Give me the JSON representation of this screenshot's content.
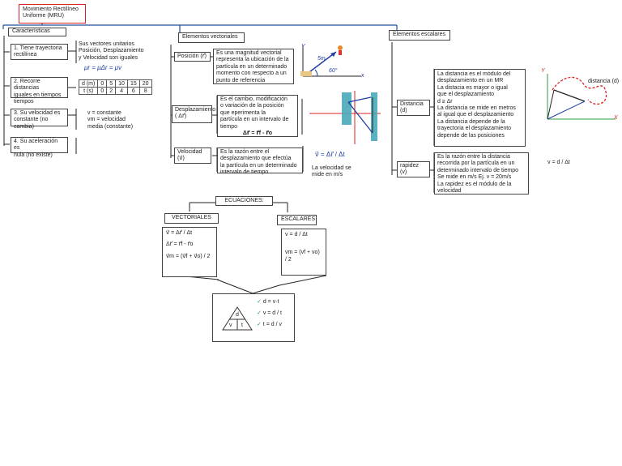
{
  "title": "Movimiento Rectilíneo\nUniforme (MRU)",
  "caracteristicas": {
    "label": "Características",
    "items": [
      {
        "label": "1. Tiene trayectoria\nrectilínea",
        "note": "Sus vectores unitarios\nPosición, Desplazamiento\ny Velocidad son iguales"
      },
      {
        "label": "2. Recorre distancias\niguales en tiempos\ntiempos"
      },
      {
        "label": "3. Su velocidad es\nconstante (no cambia)",
        "note": "v = constante\nvm = velocidad\nmedia (constante)"
      },
      {
        "label": "4. Su aceleración es\nnula (no existe)"
      }
    ],
    "handwritten_eq": "μr = μΔr = μv",
    "table": {
      "row1": [
        "d (m)",
        "0",
        "5",
        "10",
        "15",
        "20"
      ],
      "row2": [
        "t (s)",
        "0",
        "2",
        "4",
        "6",
        "8"
      ]
    }
  },
  "vectoriales": {
    "label": "Elementos vectoriales",
    "items": [
      {
        "name": "Posición (r⃗)",
        "desc": "Es una magnitud vectorial\nrepresenta la ubicación de la\npartícula en un determinado\nmomento con respecto a un\npunto de referencia"
      },
      {
        "name": "Desplazamiento\n( Δr⃗)",
        "desc": "Es el cambio, modificación\no variación de la posición\nque eperimenta la\npartícula en un intervalo de\ntiempo",
        "formula": "Δr⃗ = r⃗f - r⃗o"
      },
      {
        "name": "Velocidad\n(v⃗)",
        "desc": "Es la razón entre el\ndesplazamiento que efectúa\nla partícula en un determinado\nintervalo de tiempo",
        "formula": "v⃗ = Δr⃗ / Δt",
        "note": "La velocidad se\nmide en m/s"
      }
    ],
    "sketch_labels": {
      "y": "Y",
      "x": "x",
      "dist": "5m",
      "angle": "60°"
    }
  },
  "escalares": {
    "label": "Elementos escalares",
    "items": [
      {
        "name": "Distancia\n(d)",
        "desc": "La distancia es el módulo del\ndesplazamiento en un MR\nLa distacia es mayor o igual\nque el desplazamiento\nd ≥ Δr\nLa distancia se mide en metros\nal igual que el desplazamiento\nLa distancia depende de la\ntrayectoria el desplazamiento\ndepende de las posiciones"
      },
      {
        "name": "rapidez\n(v)",
        "desc": "Es la razón entre la distancia\nrecorrida por la partícula en un\ndeterminado intervalo de tiempo\nSe mide en m/s Ej. v = 20m/s\nLa rapidez es el módulo de la\nvelocidad",
        "formula": "v = d / Δt"
      }
    ],
    "sketch_labels": {
      "dist": "distancia (d)",
      "y": "Y",
      "x": "X"
    }
  },
  "ecuaciones": {
    "label": "ECUACIONES:",
    "vectoriales": {
      "label": "VECTORIALES",
      "eqs": [
        "v⃗ = Δr⃗ / Δt",
        "Δr⃗ = r⃗f - r⃗o",
        "v⃗m = (v⃗f + v⃗o) / 2"
      ]
    },
    "escalares": {
      "label": "ESCALARES",
      "eqs": [
        "v = d / Δt",
        "vm = (vf + vo) / 2"
      ]
    },
    "triangle": {
      "top": "d",
      "left": "v",
      "right": "t"
    },
    "formulas": [
      "d = v·t",
      "v = d / t",
      "t = d / v"
    ]
  },
  "colors": {
    "red": "#d22",
    "blue": "#1f4e9a",
    "sketch_blue": "#1f3fa8",
    "sketch_red": "#d22",
    "teal": "#49a9b8",
    "green": "#2a9d3c"
  }
}
